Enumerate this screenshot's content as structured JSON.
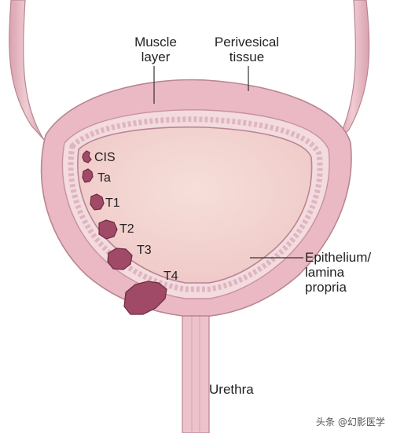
{
  "labels": {
    "muscle_layer": [
      "Muscle",
      "layer"
    ],
    "perivesical_tissue": [
      "Perivesical",
      "tissue"
    ],
    "epithelium": [
      "Epithelium/",
      "lamina",
      "propria"
    ],
    "urethra": "Urethra"
  },
  "tumor_stages": [
    "CIS",
    "Ta",
    "T1",
    "T2",
    "T3",
    "T4"
  ],
  "watermark": "头条 @幻影医学",
  "colors": {
    "outer_wall": "#eab9c3",
    "wall_outline": "#b88592",
    "inner_lumen": "#f2d3cf",
    "lining_band": "#f6e4e6",
    "tumor": "#a04a68",
    "tumor_outline": "#6e2a43",
    "leader_line": "#333333"
  }
}
